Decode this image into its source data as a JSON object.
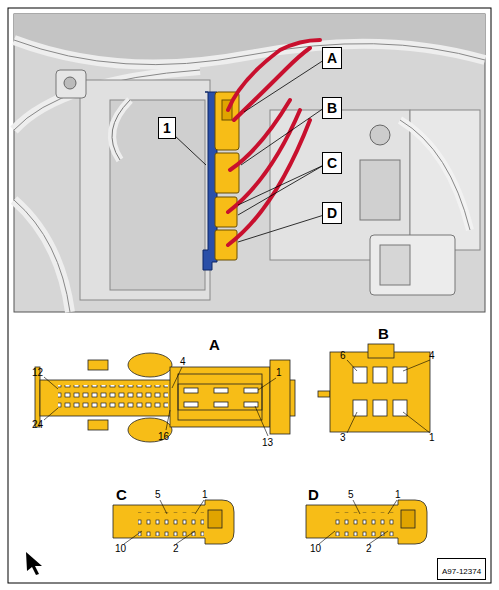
{
  "diagram": {
    "nodes": [
      {
        "text": [
          "A"
        ]
      },
      {
        "text": [
          "1"
        ]
      },
      {
        "text": [
          "B"
        ]
      },
      {
        "text": [
          "C"
        ]
      },
      {
        "text": [
          "D"
        ]
      },
      {
        "text": [
          "A97-12374"
        ]
      }
    ],
    "labels": [
      "A",
      "12",
      "4",
      "1",
      "24",
      "16",
      "13",
      "B",
      "6",
      "4",
      "3",
      "1",
      "C",
      "5",
      "1",
      "10",
      "2",
      "D",
      "5",
      "1",
      "10",
      "2"
    ]
  }
}
